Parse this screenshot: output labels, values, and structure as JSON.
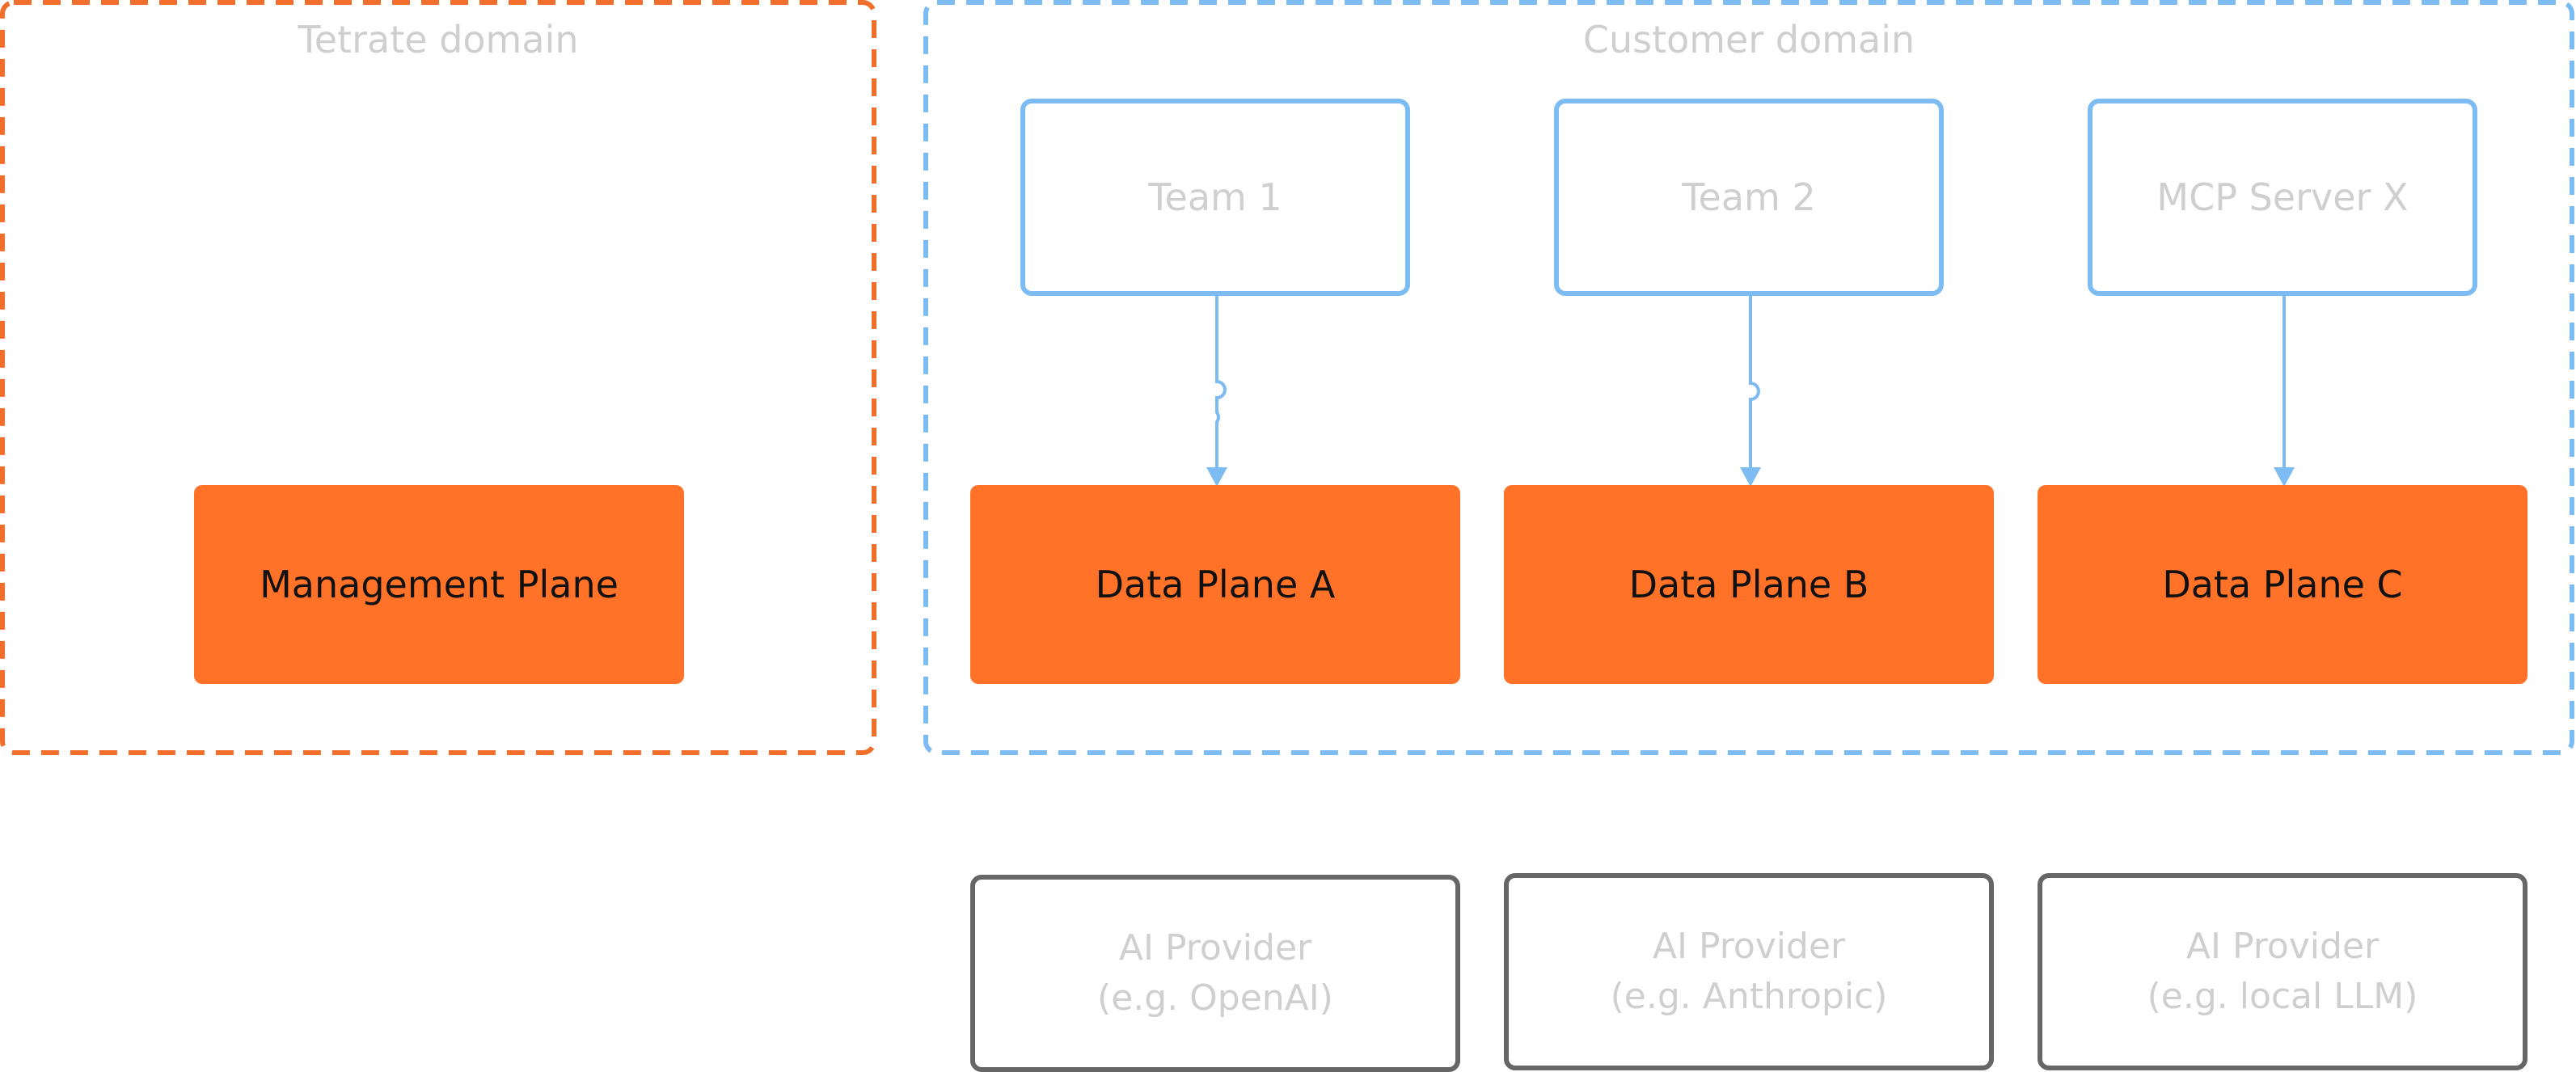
{
  "colors": {
    "tetrate_border": "#f26f2b",
    "customer_border": "#7dbcf2",
    "plane_fill": "#ff7227",
    "team_border": "#7dbcf2",
    "provider_border": "#666666",
    "muted_text": "#cfcfcf"
  },
  "tetrate_domain": {
    "label": "Tetrate domain",
    "management_plane": "Management Plane"
  },
  "customer_domain": {
    "label": "Customer domain",
    "teams": [
      {
        "label": "Team 1"
      },
      {
        "label": "Team 2"
      },
      {
        "label": "MCP Server X"
      }
    ],
    "data_planes": [
      {
        "label": "Data Plane A"
      },
      {
        "label": "Data Plane B"
      },
      {
        "label": "Data Plane C"
      }
    ]
  },
  "providers": [
    {
      "line1": "AI Provider",
      "line2": "(e.g. OpenAI)"
    },
    {
      "line1": "AI Provider",
      "line2": "(e.g. Anthropic)"
    },
    {
      "line1": "AI Provider",
      "line2": "(e.g. local LLM)"
    }
  ]
}
